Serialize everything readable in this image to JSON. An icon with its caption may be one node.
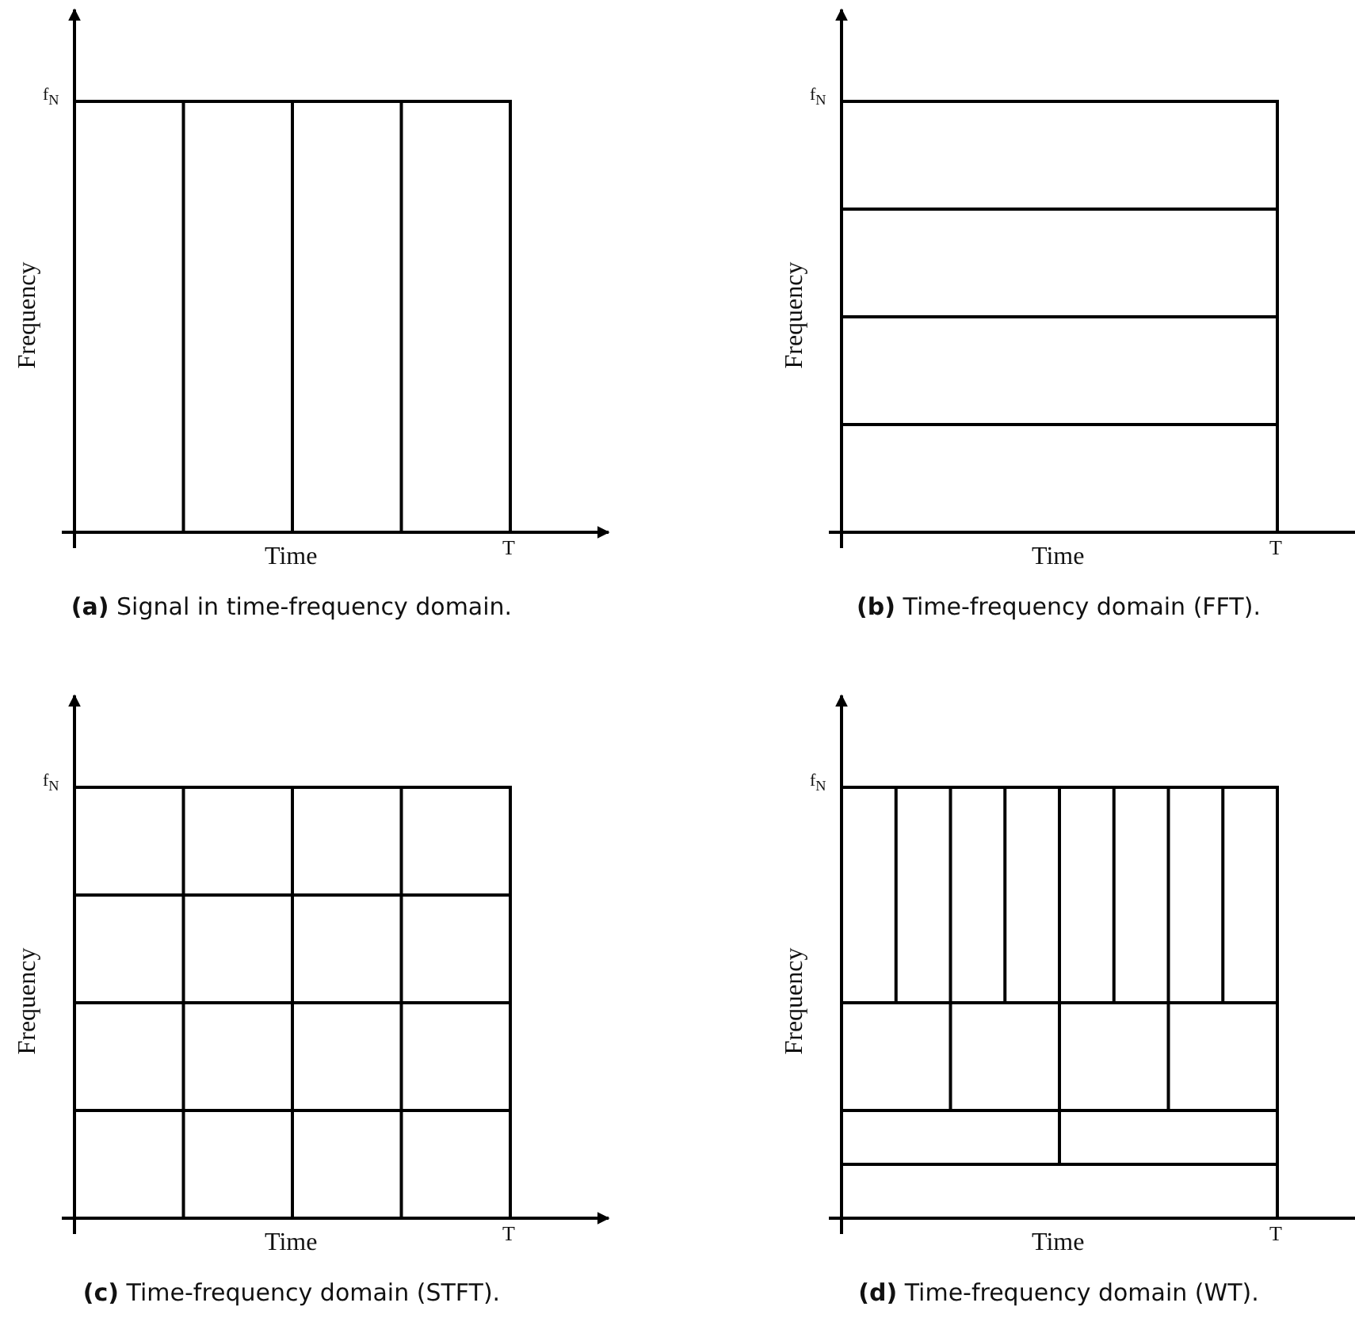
{
  "diagram": {
    "labels": [
      "f$_{N}$",
      "Frequency",
      "Time",
      "T",
      "**(a)** Signal in time-frequency domain.",
      "f$_{N}$",
      "Frequency",
      "Time",
      "T",
      "**(b)** Time-frequency domain (FFT).",
      "f$_{N}$",
      "Frequency",
      "Time",
      "T",
      "**(c)** Time-frequency domain (STFT).",
      "f$_{N}$",
      "Frequency",
      "Time",
      "T",
      "**(d)** Time-frequency domain (WT)."
    ]
  }
}
